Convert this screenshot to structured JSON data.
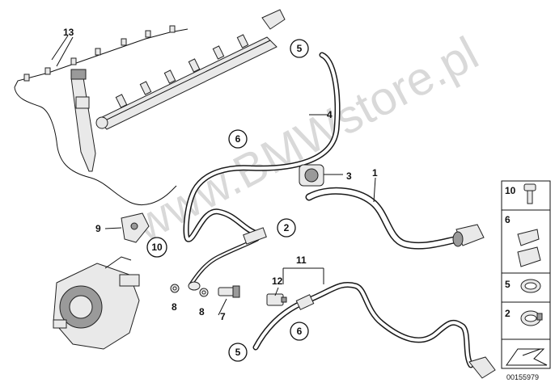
{
  "watermark": "www.BMWstore.pl",
  "document_number": "00155979",
  "callouts": [
    {
      "id": "c1",
      "label": "1",
      "circled": false
    },
    {
      "id": "c2",
      "label": "2",
      "circled": true
    },
    {
      "id": "c3",
      "label": "3",
      "circled": false
    },
    {
      "id": "c4",
      "label": "4",
      "circled": false
    },
    {
      "id": "c5a",
      "label": "5",
      "circled": true
    },
    {
      "id": "c5b",
      "label": "5",
      "circled": true
    },
    {
      "id": "c6a",
      "label": "6",
      "circled": true
    },
    {
      "id": "c6b",
      "label": "6",
      "circled": true
    },
    {
      "id": "c7",
      "label": "7",
      "circled": false
    },
    {
      "id": "c8a",
      "label": "8",
      "circled": false
    },
    {
      "id": "c8b",
      "label": "8",
      "circled": false
    },
    {
      "id": "c9",
      "label": "9",
      "circled": false
    },
    {
      "id": "c10a",
      "label": "10",
      "circled": true
    },
    {
      "id": "c11",
      "label": "11",
      "circled": false
    },
    {
      "id": "c12",
      "label": "12",
      "circled": false
    },
    {
      "id": "c13",
      "label": "13",
      "circled": false
    }
  ],
  "legend": [
    {
      "label": "10",
      "icon": "screw-icon"
    },
    {
      "label": "6",
      "icon": "clip-icon"
    },
    {
      "label": "5",
      "icon": "hose-clamp-icon"
    },
    {
      "label": "2",
      "icon": "hose-clamp-icon"
    }
  ]
}
